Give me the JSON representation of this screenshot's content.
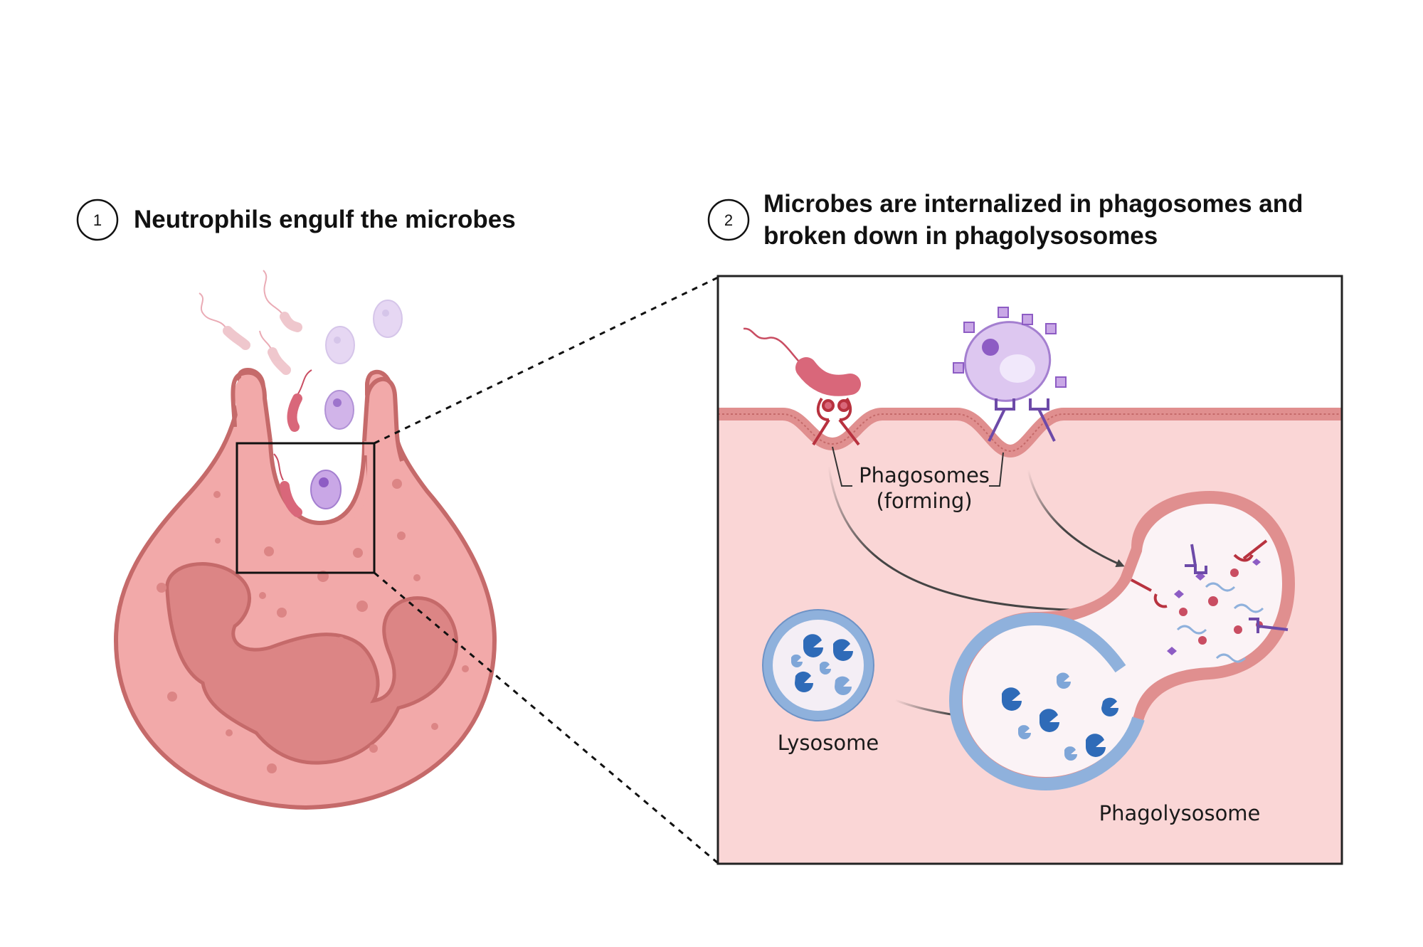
{
  "step1": {
    "number": "1",
    "title": "Neutrophils engulf the microbes"
  },
  "step2": {
    "number": "2",
    "title_line1": "Microbes are internalized in phagosomes and",
    "title_line2": "broken down in phagolysosomes"
  },
  "labels": {
    "phagosomes_line1": "Phagosomes",
    "phagosomes_line2": "(forming)",
    "lysosome": "Lysosome",
    "phagolysosome": "Phagolysosome"
  },
  "colors": {
    "cell_fill": "#f2a9a9",
    "cell_stroke": "#c56a6a",
    "nucleus": "#dc8585",
    "panel_bg": "#fad6d6",
    "bacterium": "#d9677a",
    "protozoan": "#c9a7e6",
    "lysosome_ring": "#8fb1dc",
    "enzyme": "#2f6bb8"
  }
}
